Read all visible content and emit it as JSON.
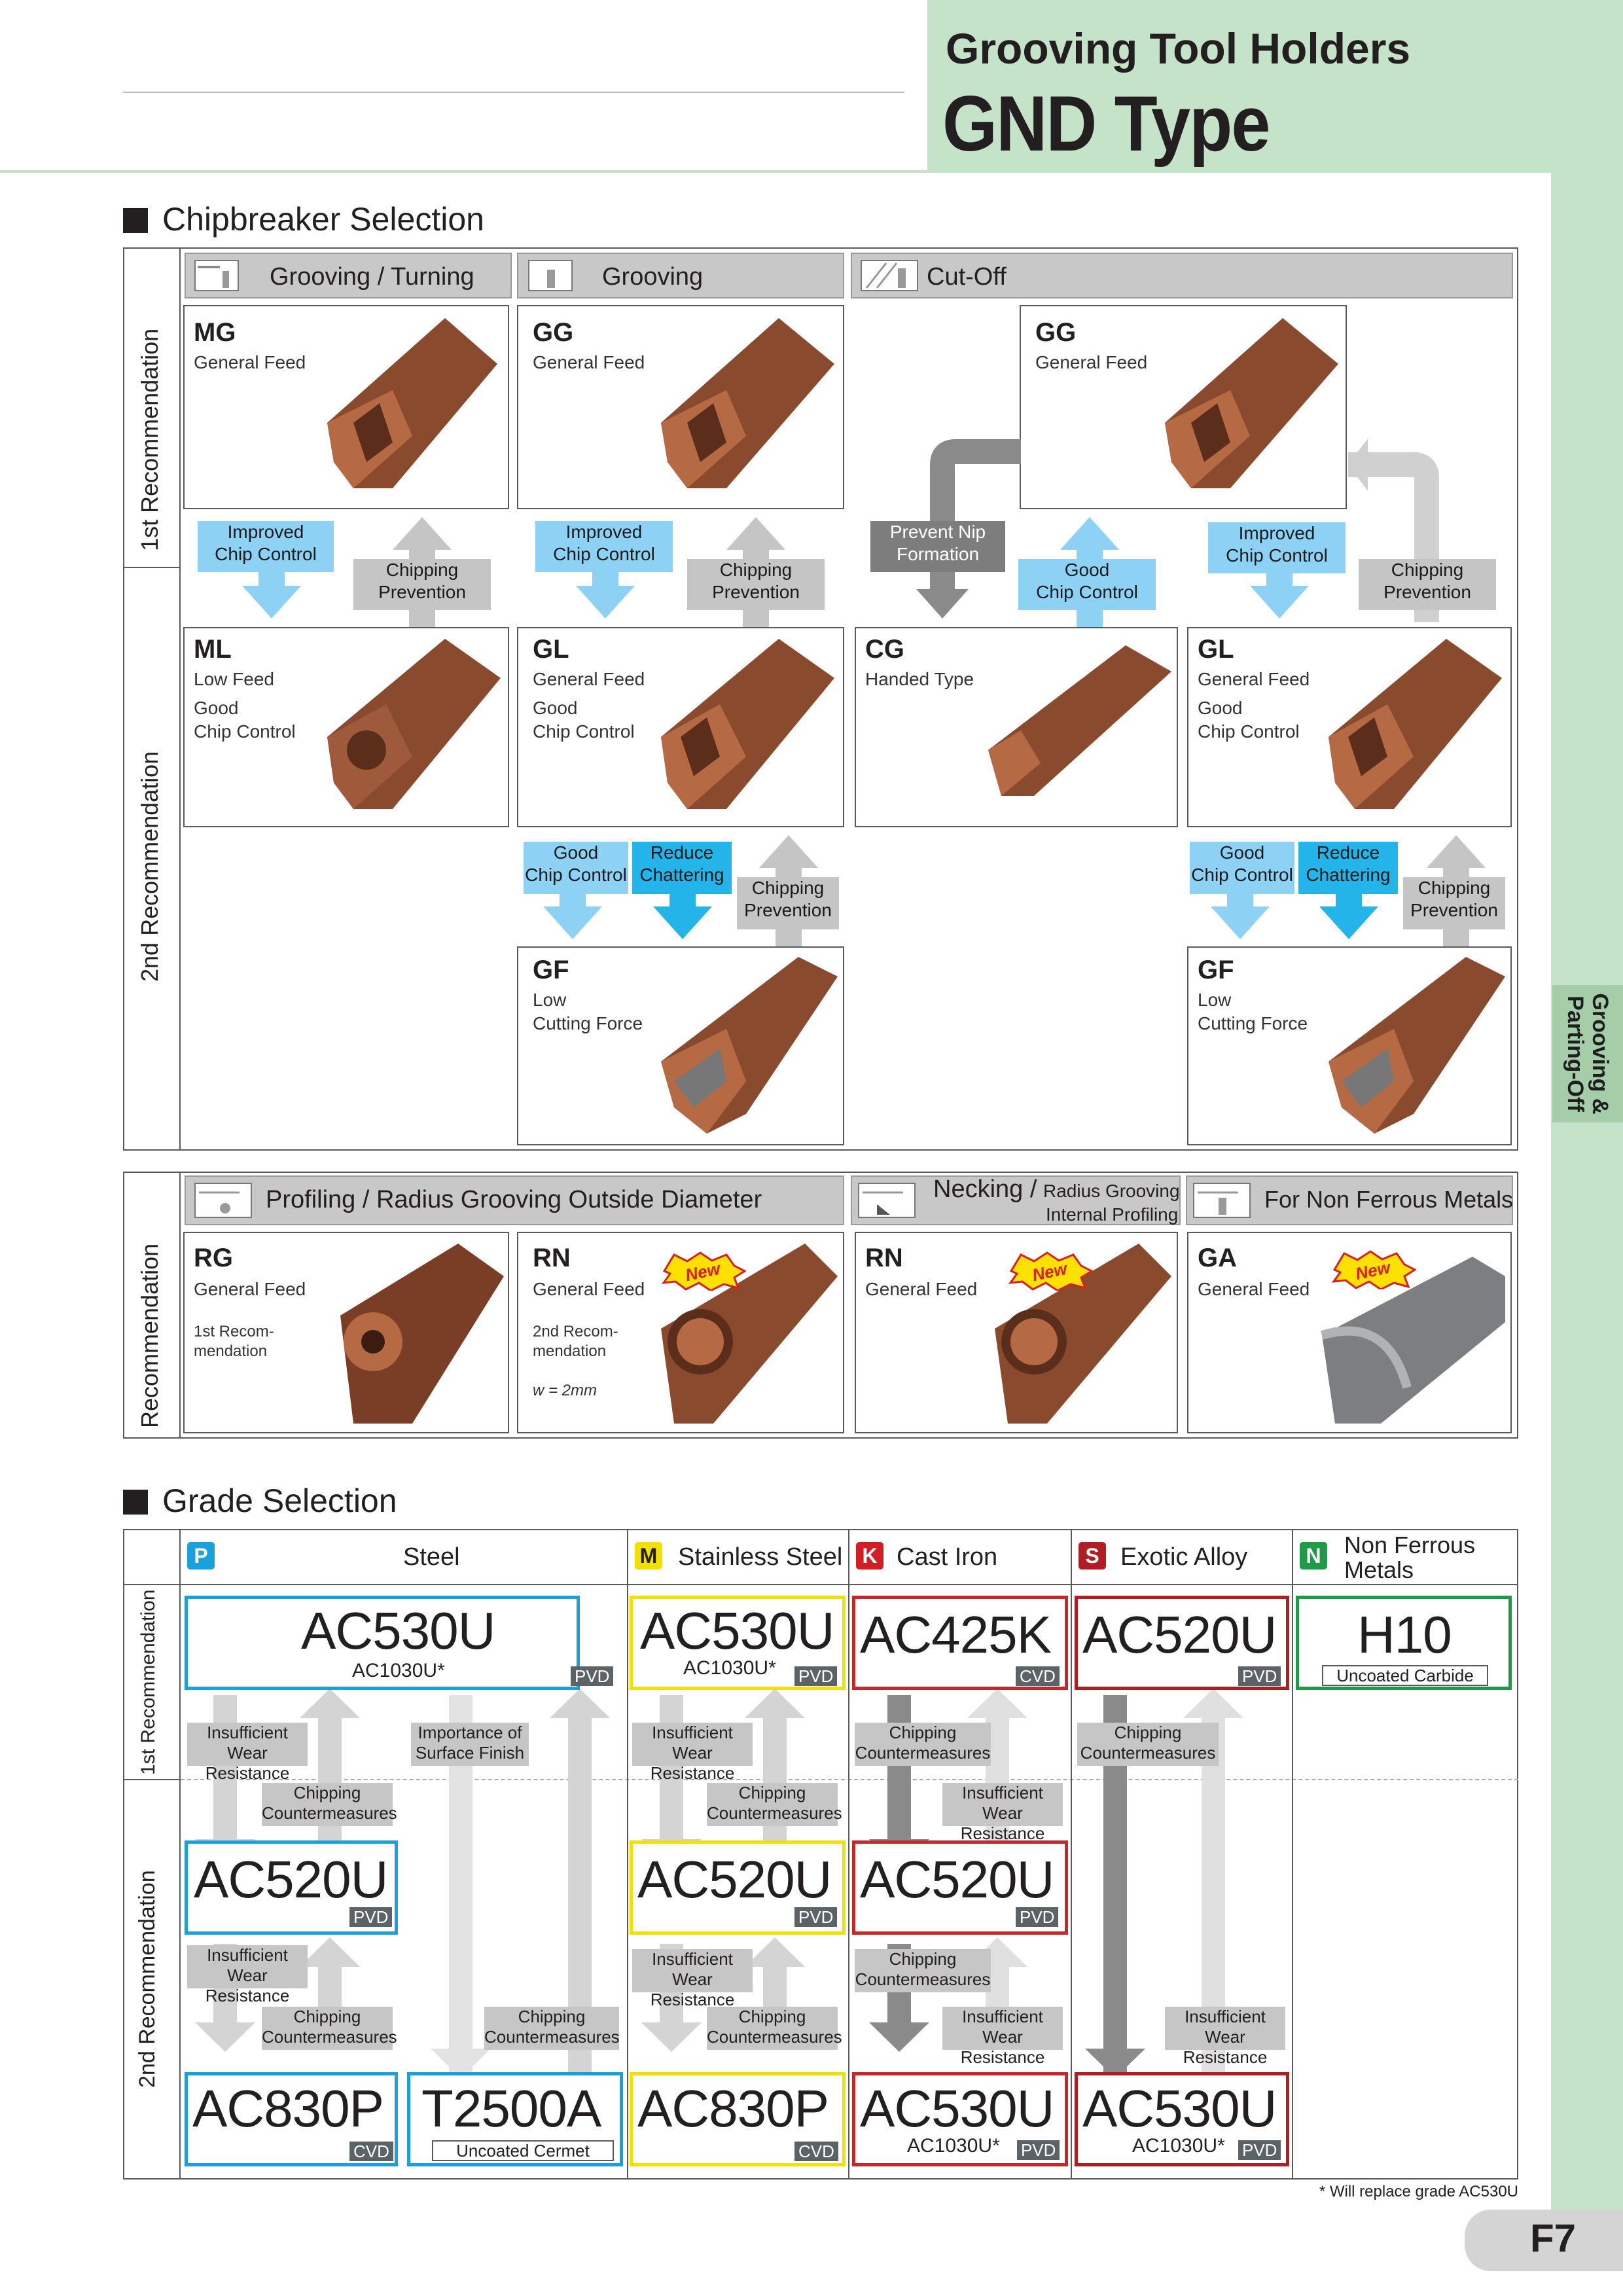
{
  "header": {
    "subtitle": "Grooving Tool Holders",
    "title": "GND Type"
  },
  "side_tab": {
    "line1": "Grooving &",
    "line2": "Parting-Off"
  },
  "chipbreaker": {
    "section_title": "Chipbreaker Selection",
    "headers": {
      "grooving_turning": "Grooving / Turning",
      "grooving": "Grooving",
      "cutoff": "Cut-Off"
    },
    "row_labels": {
      "first": "1st Recommendation",
      "second": "2nd Recommendation"
    },
    "cells": {
      "mg": {
        "code": "MG",
        "desc": "General Feed"
      },
      "gg1": {
        "code": "GG",
        "desc": "General Feed"
      },
      "gg2": {
        "code": "GG",
        "desc": "General Feed"
      },
      "ml": {
        "code": "ML",
        "desc1": "Low Feed",
        "desc2": "Good",
        "desc3": "Chip Control"
      },
      "gl1": {
        "code": "GL",
        "desc1": "General Feed",
        "desc2": "Good",
        "desc3": "Chip Control"
      },
      "cg": {
        "code": "CG",
        "desc1": "Handed Type"
      },
      "gl2": {
        "code": "GL",
        "desc1": "General Feed",
        "desc2": "Good",
        "desc3": "Chip Control"
      },
      "gf1": {
        "code": "GF",
        "desc1": "Low",
        "desc2": "Cutting Force"
      },
      "gf2": {
        "code": "GF",
        "desc1": "Low",
        "desc2": "Cutting Force"
      }
    },
    "labels": {
      "improved_1": "Improved",
      "improved_2": "Chip Control",
      "chipping_1": "Chipping",
      "chipping_2": "Prevention",
      "nip_1": "Prevent Nip",
      "nip_2": "Formation",
      "goodcc_1": "Good",
      "goodcc_2": "Chip Control",
      "reduce_1": "Reduce",
      "reduce_2": "Chattering"
    }
  },
  "profiling": {
    "headers": {
      "profiling": "Profiling / Radius Grooving Outside Diameter",
      "necking_main": "Necking /",
      "necking_sub1": "Radius Grooving",
      "necking_sub2": "Internal Profiling",
      "nonferrous": "For Non Ferrous Metals"
    },
    "row_label": "Recommendation",
    "new_badge": "New",
    "cells": {
      "rg": {
        "code": "RG",
        "desc": "General Feed",
        "note1": "1st Recom-",
        "note2": "mendation"
      },
      "rn1": {
        "code": "RN",
        "desc": "General Feed",
        "note1": "2nd Recom-",
        "note2": "mendation",
        "note3": "w = 2mm"
      },
      "rn2": {
        "code": "RN",
        "desc": "General Feed"
      },
      "ga": {
        "code": "GA",
        "desc": "General Feed"
      }
    }
  },
  "grade": {
    "section_title": "Grade Selection",
    "row_labels": {
      "first": "1st Recommendation",
      "second": "2nd Recommendation"
    },
    "materials": {
      "p": {
        "letter": "P",
        "name": "Steel",
        "color": "#1aa0dc"
      },
      "m": {
        "letter": "M",
        "name": "Stainless Steel",
        "color": "#f4e000"
      },
      "k": {
        "letter": "K",
        "name": "Cast Iron",
        "color": "#d21f26"
      },
      "s": {
        "letter": "S",
        "name": "Exotic Alloy",
        "color": "#b01e23"
      },
      "n": {
        "letter": "N",
        "name1": "Non Ferrous",
        "name2": "Metals",
        "color": "#1f9a48"
      }
    },
    "grades": {
      "p1": {
        "name": "AC530U",
        "sub": "AC1030U*",
        "coat": "PVD"
      },
      "m1": {
        "name": "AC530U",
        "sub": "AC1030U*",
        "coat": "PVD"
      },
      "k1": {
        "name": "AC425K",
        "coat": "CVD"
      },
      "s1": {
        "name": "AC520U",
        "coat": "PVD"
      },
      "n1": {
        "name": "H10",
        "coat": "Uncoated Carbide"
      },
      "p2": {
        "name": "AC520U",
        "coat": "PVD"
      },
      "m2": {
        "name": "AC520U",
        "coat": "PVD"
      },
      "k2": {
        "name": "AC520U",
        "coat": "PVD"
      },
      "p3a": {
        "name": "AC830P",
        "coat": "CVD"
      },
      "p3b": {
        "name": "T2500A",
        "coat": "Uncoated Cermet"
      },
      "m3": {
        "name": "AC830P",
        "coat": "CVD"
      },
      "k3": {
        "name": "AC530U",
        "sub": "AC1030U*",
        "coat": "PVD"
      },
      "s3": {
        "name": "AC530U",
        "sub": "AC1030U*",
        "coat": "PVD"
      }
    },
    "labels": {
      "wear_1": "Insufficient Wear",
      "wear_2": "Resistance",
      "chip_1": "Chipping",
      "chip_2": "Countermeasures",
      "surface_1": "Importance of",
      "surface_2": "Surface Finish"
    }
  },
  "footnote": "* Will replace grade AC530U",
  "page_number": "F7"
}
